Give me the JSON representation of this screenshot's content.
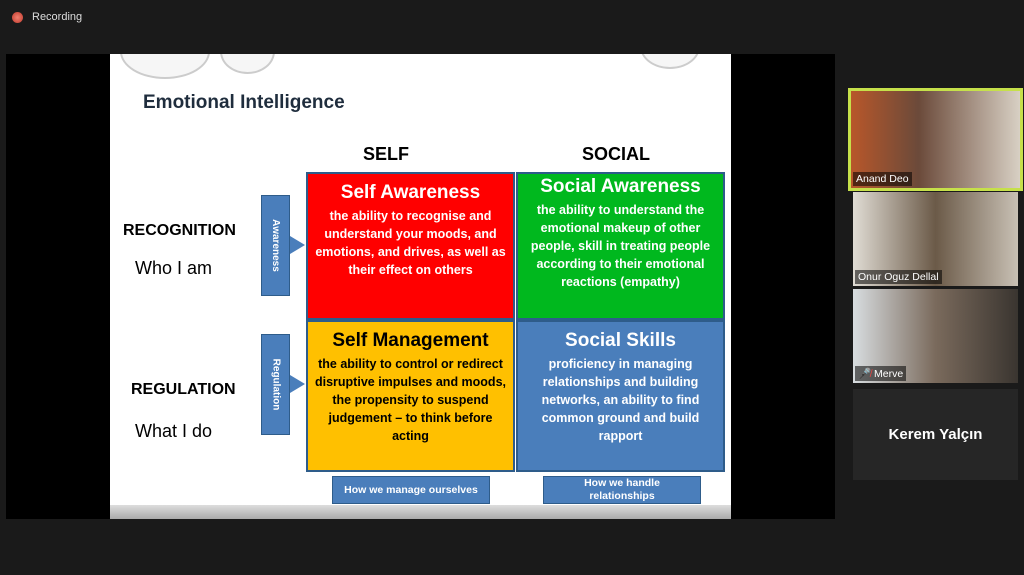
{
  "recording": {
    "label": "Recording"
  },
  "slide": {
    "title": "Emotional Intelligence",
    "columns": [
      "SELF",
      "SOCIAL"
    ],
    "rows": [
      {
        "label": "RECOGNITION",
        "sub": "Who I am",
        "side": "Awareness"
      },
      {
        "label": "REGULATION",
        "sub": "What I do",
        "side": "Regulation"
      }
    ],
    "cells": [
      {
        "title": "Self Awareness",
        "text": "the ability to recognise and understand your moods, and emotions, and drives, as well as their effect on others",
        "color": "#ff0000"
      },
      {
        "title": "Social Awareness",
        "text": "the ability to understand the emotional makeup of other people, skill in treating people according to their emotional reactions (empathy)",
        "color": "#00b81e"
      },
      {
        "title": "Self Management",
        "text": "the ability to control or redirect disruptive impulses and moods, the propensity to suspend judgement – to think before acting",
        "color": "#ffc000"
      },
      {
        "title": "Social Skills",
        "text": "proficiency in managing relationships and building networks, an ability to find common ground and build rapport",
        "color": "#4a7ebb"
      }
    ],
    "bottom": [
      "How we manage ourselves",
      "How we handle relationships"
    ]
  },
  "participants": [
    {
      "name": "Anand Deo",
      "active": true
    },
    {
      "name": "Onur Oguz Dellal"
    },
    {
      "name": "Merve",
      "muted": true
    },
    {
      "name": "Kerem Yalçın"
    }
  ]
}
